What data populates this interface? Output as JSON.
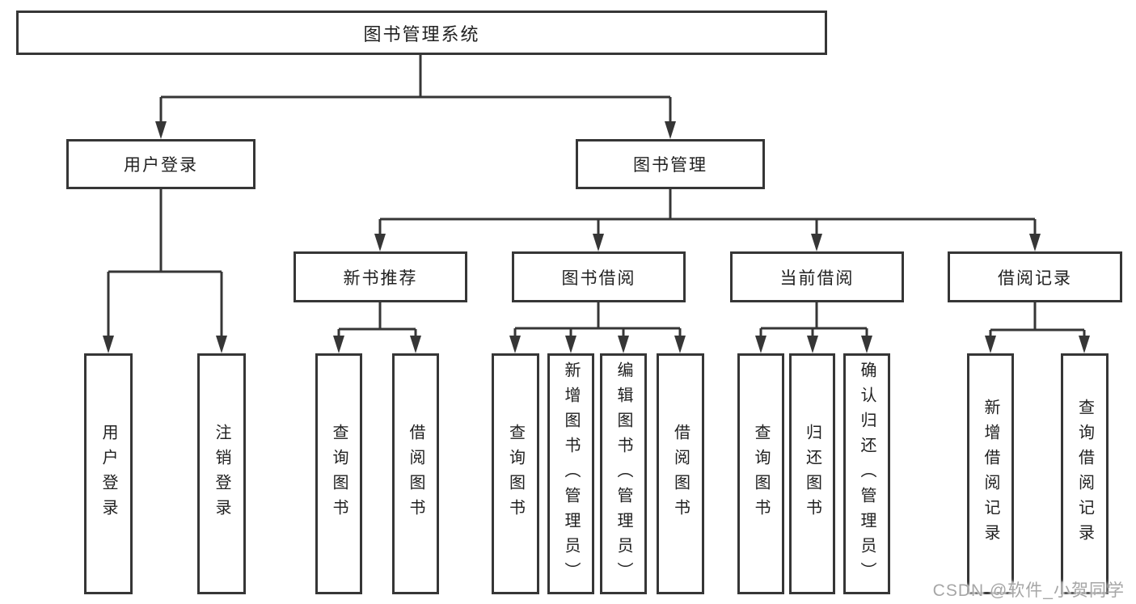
{
  "diagram": {
    "type": "function-structure-tree",
    "colors": {
      "line": "#363636",
      "box_border": "#363636",
      "box_fill": "#ffffff",
      "text": "#212121",
      "watermark": "#a6a6a6",
      "background": "#ffffff"
    }
  },
  "tree": {
    "root": {
      "label": "图书管理系统"
    },
    "children": [
      {
        "label": "用户登录",
        "children": [
          {
            "label": "用户登录"
          },
          {
            "label": "注销登录"
          }
        ]
      },
      {
        "label": "图书管理",
        "children": [
          {
            "label": "新书推荐",
            "children": [
              {
                "label": "查询图书"
              },
              {
                "label": "借阅图书"
              }
            ]
          },
          {
            "label": "图书借阅",
            "children": [
              {
                "label": "查询图书"
              },
              {
                "label": "新增图书（管理员）"
              },
              {
                "label": "编辑图书（管理员）"
              },
              {
                "label": "借阅图书"
              }
            ]
          },
          {
            "label": "当前借阅",
            "children": [
              {
                "label": "查询图书"
              },
              {
                "label": "归还图书"
              },
              {
                "label": "确认归还（管理员）"
              }
            ]
          },
          {
            "label": "借阅记录",
            "children": [
              {
                "label": "新增借阅记录"
              },
              {
                "label": "查询借阅记录"
              }
            ]
          }
        ]
      }
    ]
  },
  "watermark": {
    "text": "CSDN @软件_小贺同学"
  }
}
